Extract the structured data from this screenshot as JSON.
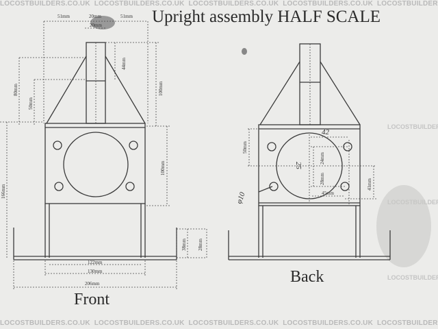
{
  "watermark": "LOCOSTBUILDERS.CO.UK",
  "title": "Upright assembly HALF SCALE",
  "views": {
    "front_label": "Front",
    "back_label": "Back"
  },
  "dimensions": {
    "top_left": "51mm",
    "top_mid": "20mm",
    "top_right": "51mm",
    "tube_width": "20mm",
    "tube_height": "44mm",
    "gusset_left_outer": "80mm",
    "gusset_left_inner": "50mm",
    "gusset_right_outer": "100mm",
    "plate_side": "100mm",
    "overall_height": "166mm",
    "base_inner": "122mm",
    "base_mid": "130mm",
    "base_overall": "206mm",
    "foot_a": "38mm",
    "foot_b": "28mm",
    "back_plate_left": "50mm",
    "back_hole_spacing_top": "42",
    "back_hole_spacing_bottom": "45mm",
    "back_vert_1": "24mm",
    "back_vert_2": "28mm",
    "back_right": "41mm",
    "back_25": "25",
    "back_phi": "φ10"
  }
}
